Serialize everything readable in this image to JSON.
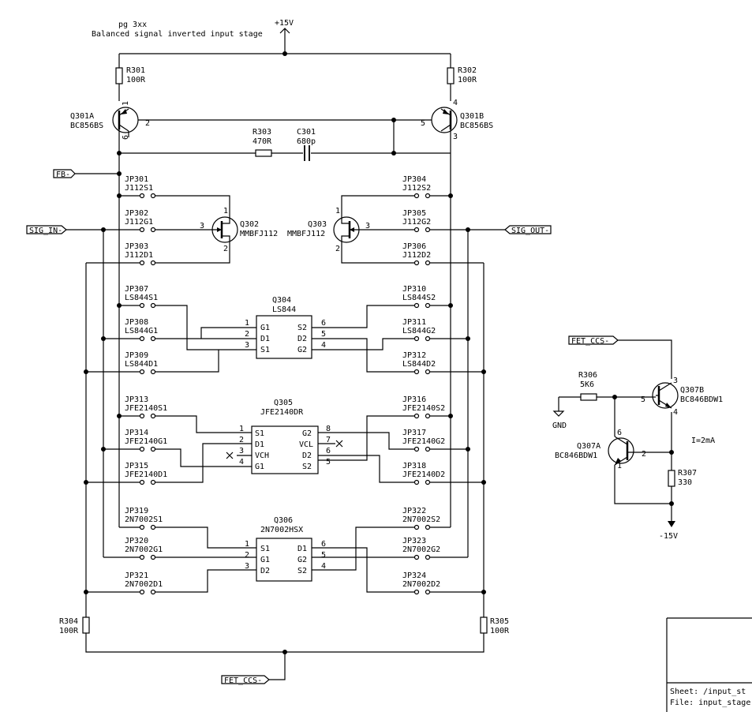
{
  "header": {
    "page": "pg 3xx",
    "title": "Balanced signal inverted input stage"
  },
  "power": {
    "vpos": "+15V",
    "vneg": "-15V",
    "gnd": "GND"
  },
  "labels": {
    "fb": "FB-",
    "sig_in": "SIG_IN-",
    "sig_out": "SIG_OUT-",
    "fet_ccs_top": "FET_CCS-",
    "fet_ccs_bottom": "FET_CCS-"
  },
  "resistors": {
    "r301": {
      "ref": "R301",
      "value": "100R"
    },
    "r302": {
      "ref": "R302",
      "value": "100R"
    },
    "r303": {
      "ref": "R303",
      "value": "470R"
    },
    "r304": {
      "ref": "R304",
      "value": "100R"
    },
    "r305": {
      "ref": "R305",
      "value": "100R"
    },
    "r306": {
      "ref": "R306",
      "value": "5K6"
    },
    "r307": {
      "ref": "R307",
      "value": "330"
    }
  },
  "capacitors": {
    "c301": {
      "ref": "C301",
      "value": "680p"
    }
  },
  "transistors": {
    "q301a": {
      "ref": "Q301A",
      "value": "BC856BS",
      "pins": [
        "1",
        "2",
        "6"
      ]
    },
    "q301b": {
      "ref": "Q301B",
      "value": "BC856BS",
      "pins": [
        "4",
        "5",
        "3"
      ]
    },
    "q302": {
      "ref": "Q302",
      "value": "MMBFJ112",
      "pins": [
        "1",
        "3",
        "2"
      ]
    },
    "q303": {
      "ref": "Q303",
      "value": "MMBFJ112",
      "pins": [
        "1",
        "3",
        "2"
      ]
    },
    "q307a": {
      "ref": "Q307A",
      "value": "BC846BDW1",
      "pins": [
        "6",
        "2",
        "1"
      ]
    },
    "q307b": {
      "ref": "Q307B",
      "value": "BC846BDW1",
      "pins": [
        "3",
        "5",
        "4"
      ]
    }
  },
  "jumpers": {
    "jp301": {
      "ref": "JP301",
      "value": "J112S1"
    },
    "jp302": {
      "ref": "JP302",
      "value": "J112G1"
    },
    "jp303": {
      "ref": "JP303",
      "value": "J112D1"
    },
    "jp304": {
      "ref": "JP304",
      "value": "J112S2"
    },
    "jp305": {
      "ref": "JP305",
      "value": "J112G2"
    },
    "jp306": {
      "ref": "JP306",
      "value": "J112D2"
    },
    "jp307": {
      "ref": "JP307",
      "value": "LS844S1"
    },
    "jp308": {
      "ref": "JP308",
      "value": "LS844G1"
    },
    "jp309": {
      "ref": "JP309",
      "value": "LS844D1"
    },
    "jp310": {
      "ref": "JP310",
      "value": "LS844S2"
    },
    "jp311": {
      "ref": "JP311",
      "value": "LS844G2"
    },
    "jp312": {
      "ref": "JP312",
      "value": "LS844D2"
    },
    "jp313": {
      "ref": "JP313",
      "value": "JFE2140S1"
    },
    "jp314": {
      "ref": "JP314",
      "value": "JFE2140G1"
    },
    "jp315": {
      "ref": "JP315",
      "value": "JFE2140D1"
    },
    "jp316": {
      "ref": "JP316",
      "value": "JFE2140S2"
    },
    "jp317": {
      "ref": "JP317",
      "value": "JFE2140G2"
    },
    "jp318": {
      "ref": "JP318",
      "value": "JFE2140D2"
    },
    "jp319": {
      "ref": "JP319",
      "value": "2N7002S1"
    },
    "jp320": {
      "ref": "JP320",
      "value": "2N7002G1"
    },
    "jp321": {
      "ref": "JP321",
      "value": "2N7002D1"
    },
    "jp322": {
      "ref": "JP322",
      "value": "2N7002S2"
    },
    "jp323": {
      "ref": "JP323",
      "value": "2N7002G2"
    },
    "jp324": {
      "ref": "JP324",
      "value": "2N7002D2"
    }
  },
  "ics": {
    "q304": {
      "ref": "Q304",
      "value": "LS844",
      "left_pins": [
        {
          "num": "1",
          "name": "G1"
        },
        {
          "num": "2",
          "name": "D1"
        },
        {
          "num": "3",
          "name": "S1"
        }
      ],
      "right_pins": [
        {
          "num": "6",
          "name": "S2"
        },
        {
          "num": "5",
          "name": "D2"
        },
        {
          "num": "4",
          "name": "G2"
        }
      ]
    },
    "q305": {
      "ref": "Q305",
      "value": "JFE2140DR",
      "left_pins": [
        {
          "num": "1",
          "name": "S1"
        },
        {
          "num": "2",
          "name": "D1"
        },
        {
          "num": "3",
          "name": "VCH"
        },
        {
          "num": "4",
          "name": "G1"
        }
      ],
      "right_pins": [
        {
          "num": "8",
          "name": "G2"
        },
        {
          "num": "7",
          "name": "VCL"
        },
        {
          "num": "6",
          "name": "D2"
        },
        {
          "num": "5",
          "name": "S2"
        }
      ]
    },
    "q306": {
      "ref": "Q306",
      "value": "2N7002HSX",
      "left_pins": [
        {
          "num": "1",
          "name": "S1"
        },
        {
          "num": "2",
          "name": "G1"
        },
        {
          "num": "3",
          "name": "D2"
        }
      ],
      "right_pins": [
        {
          "num": "6",
          "name": "D1"
        },
        {
          "num": "5",
          "name": "G2"
        },
        {
          "num": "4",
          "name": "S2"
        }
      ]
    }
  },
  "notes": {
    "current": "I=2mA"
  },
  "title_block": {
    "sheet": "Sheet: /input_st",
    "file": "File: input_stage"
  }
}
